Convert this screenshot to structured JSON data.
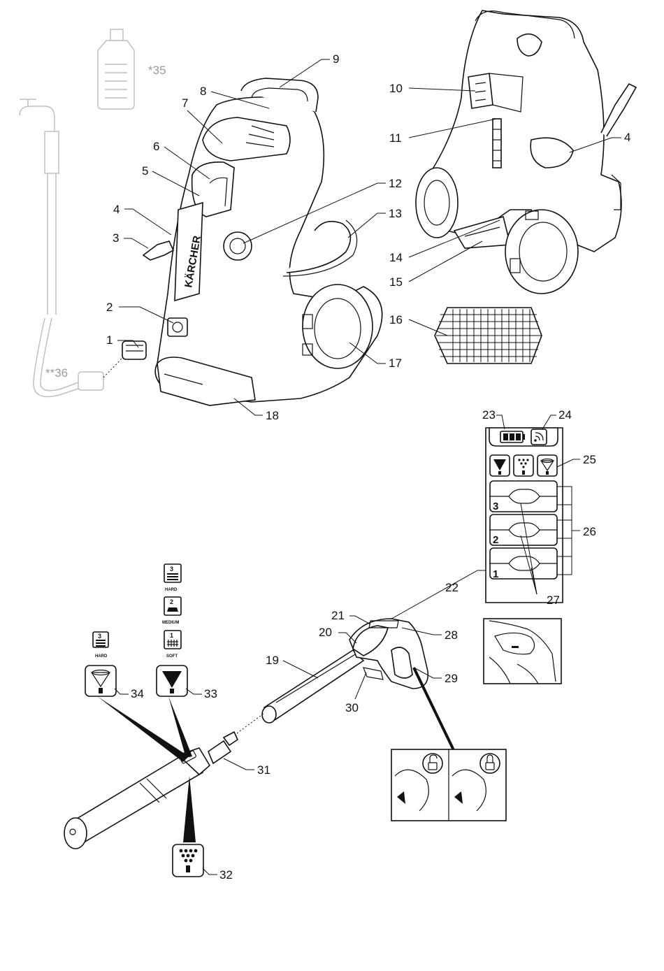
{
  "callouts": {
    "c1": "1",
    "c2": "2",
    "c3": "3",
    "c4a": "4",
    "c4b": "4",
    "c5": "5",
    "c6": "6",
    "c7": "7",
    "c8": "8",
    "c9": "9",
    "c10": "10",
    "c11": "11",
    "c12": "12",
    "c13": "13",
    "c14": "14",
    "c15": "15",
    "c16": "16",
    "c17": "17",
    "c18": "18",
    "c19": "19",
    "c20": "20",
    "c21": "21",
    "c22": "22",
    "c23": "23",
    "c24": "24",
    "c25": "25",
    "c26": "26",
    "c27": "27",
    "c28": "28",
    "c29": "29",
    "c30": "30",
    "c31": "31",
    "c32": "32",
    "c33": "33",
    "c34": "34",
    "c35": "*35",
    "c36": "**36"
  },
  "brand_text": "KÄRCHER",
  "control_panel": {
    "levels": [
      "3",
      "2",
      "1"
    ]
  },
  "pressure_modes": {
    "hard": {
      "number": "3",
      "label": "HARD"
    },
    "medium": {
      "number": "2",
      "label": "MEDIUM"
    },
    "soft": {
      "number": "1",
      "label": "SOFT"
    }
  },
  "icons": [
    "detergent-bottle-icon",
    "battery-icon",
    "wireless-icon",
    "jet-nozzle-icon",
    "spray-nozzle-icon",
    "rotary-nozzle-icon",
    "lock-open-icon",
    "lock-closed-icon"
  ]
}
